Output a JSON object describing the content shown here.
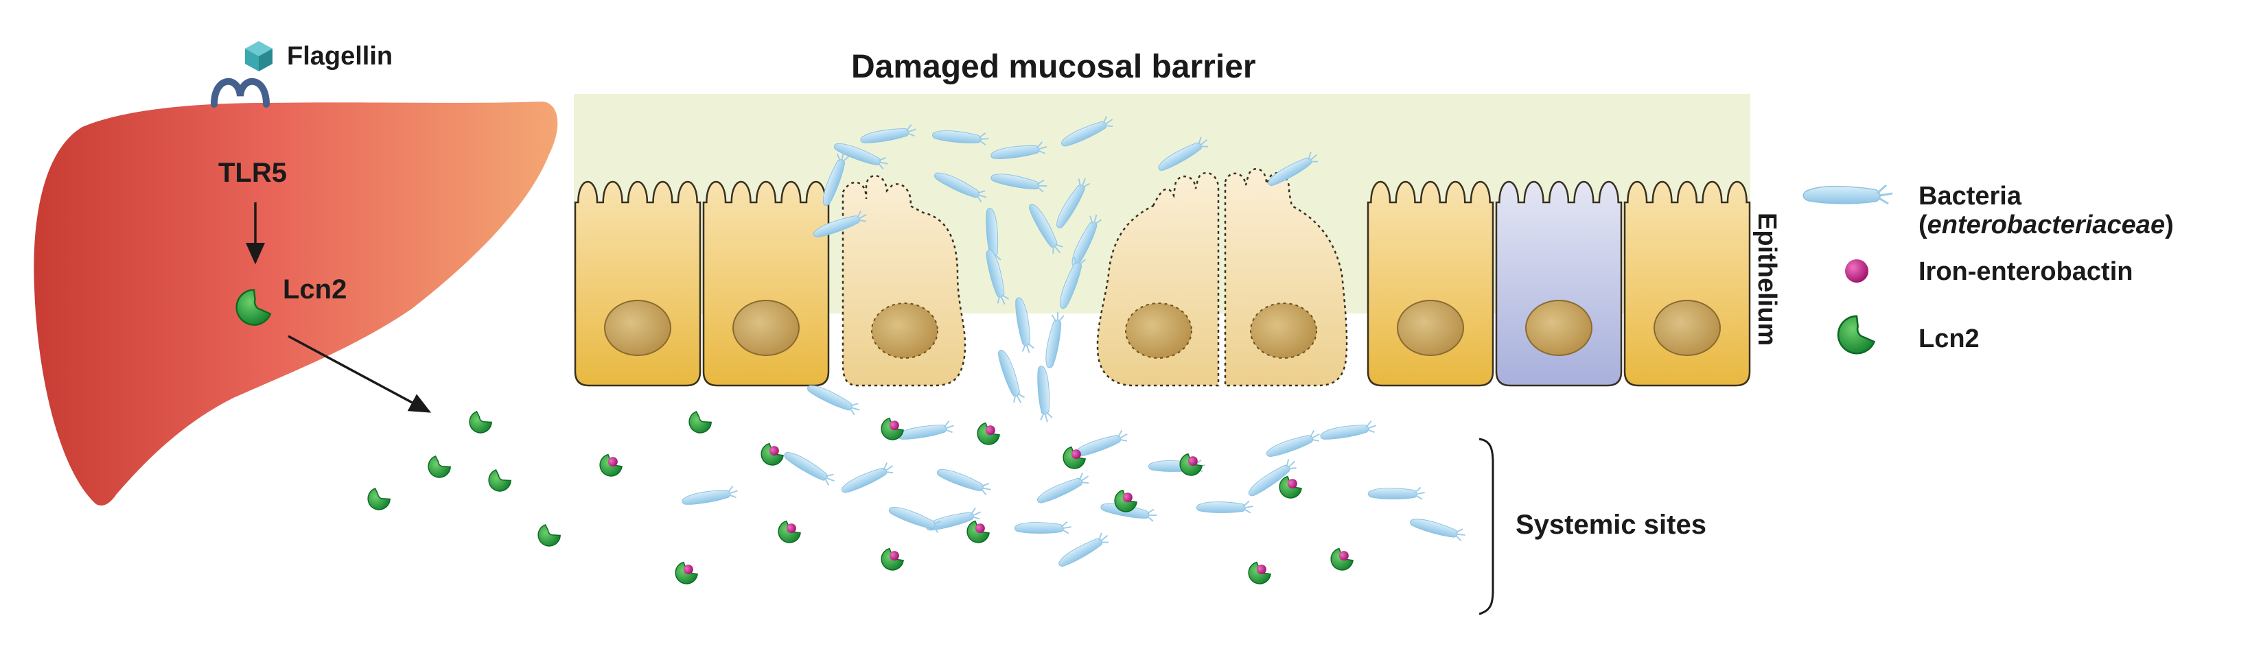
{
  "title": "Damaged mucosal barrier",
  "liver": {
    "flagellin_label": "Flagellin",
    "receptor_label": "TLR5",
    "product_label": "Lcn2"
  },
  "epithelium_label": "Epithelium",
  "systemic_label": "Systemic sites",
  "legend": {
    "bacteria_line1": "Bacteria",
    "bacteria_paren_open": "(",
    "bacteria_family": "enterobacteriaceae",
    "bacteria_paren_close": ")",
    "iron_label": "Iron-enterobactin",
    "lcn2_label": "Lcn2"
  },
  "colors": {
    "liver": "#e86458",
    "liver_highlight": "#f5a070",
    "lumen": "#eef3d8",
    "cell": "#f0c860",
    "goblet_cell": "#c8cde8",
    "nucleus": "#c4a058",
    "bacteria": "#a8d4ee",
    "lcn2": "#1e9a3a",
    "iron": "#c8208a",
    "receptor": "#44608e",
    "flagellin": "#3aa8b0"
  }
}
